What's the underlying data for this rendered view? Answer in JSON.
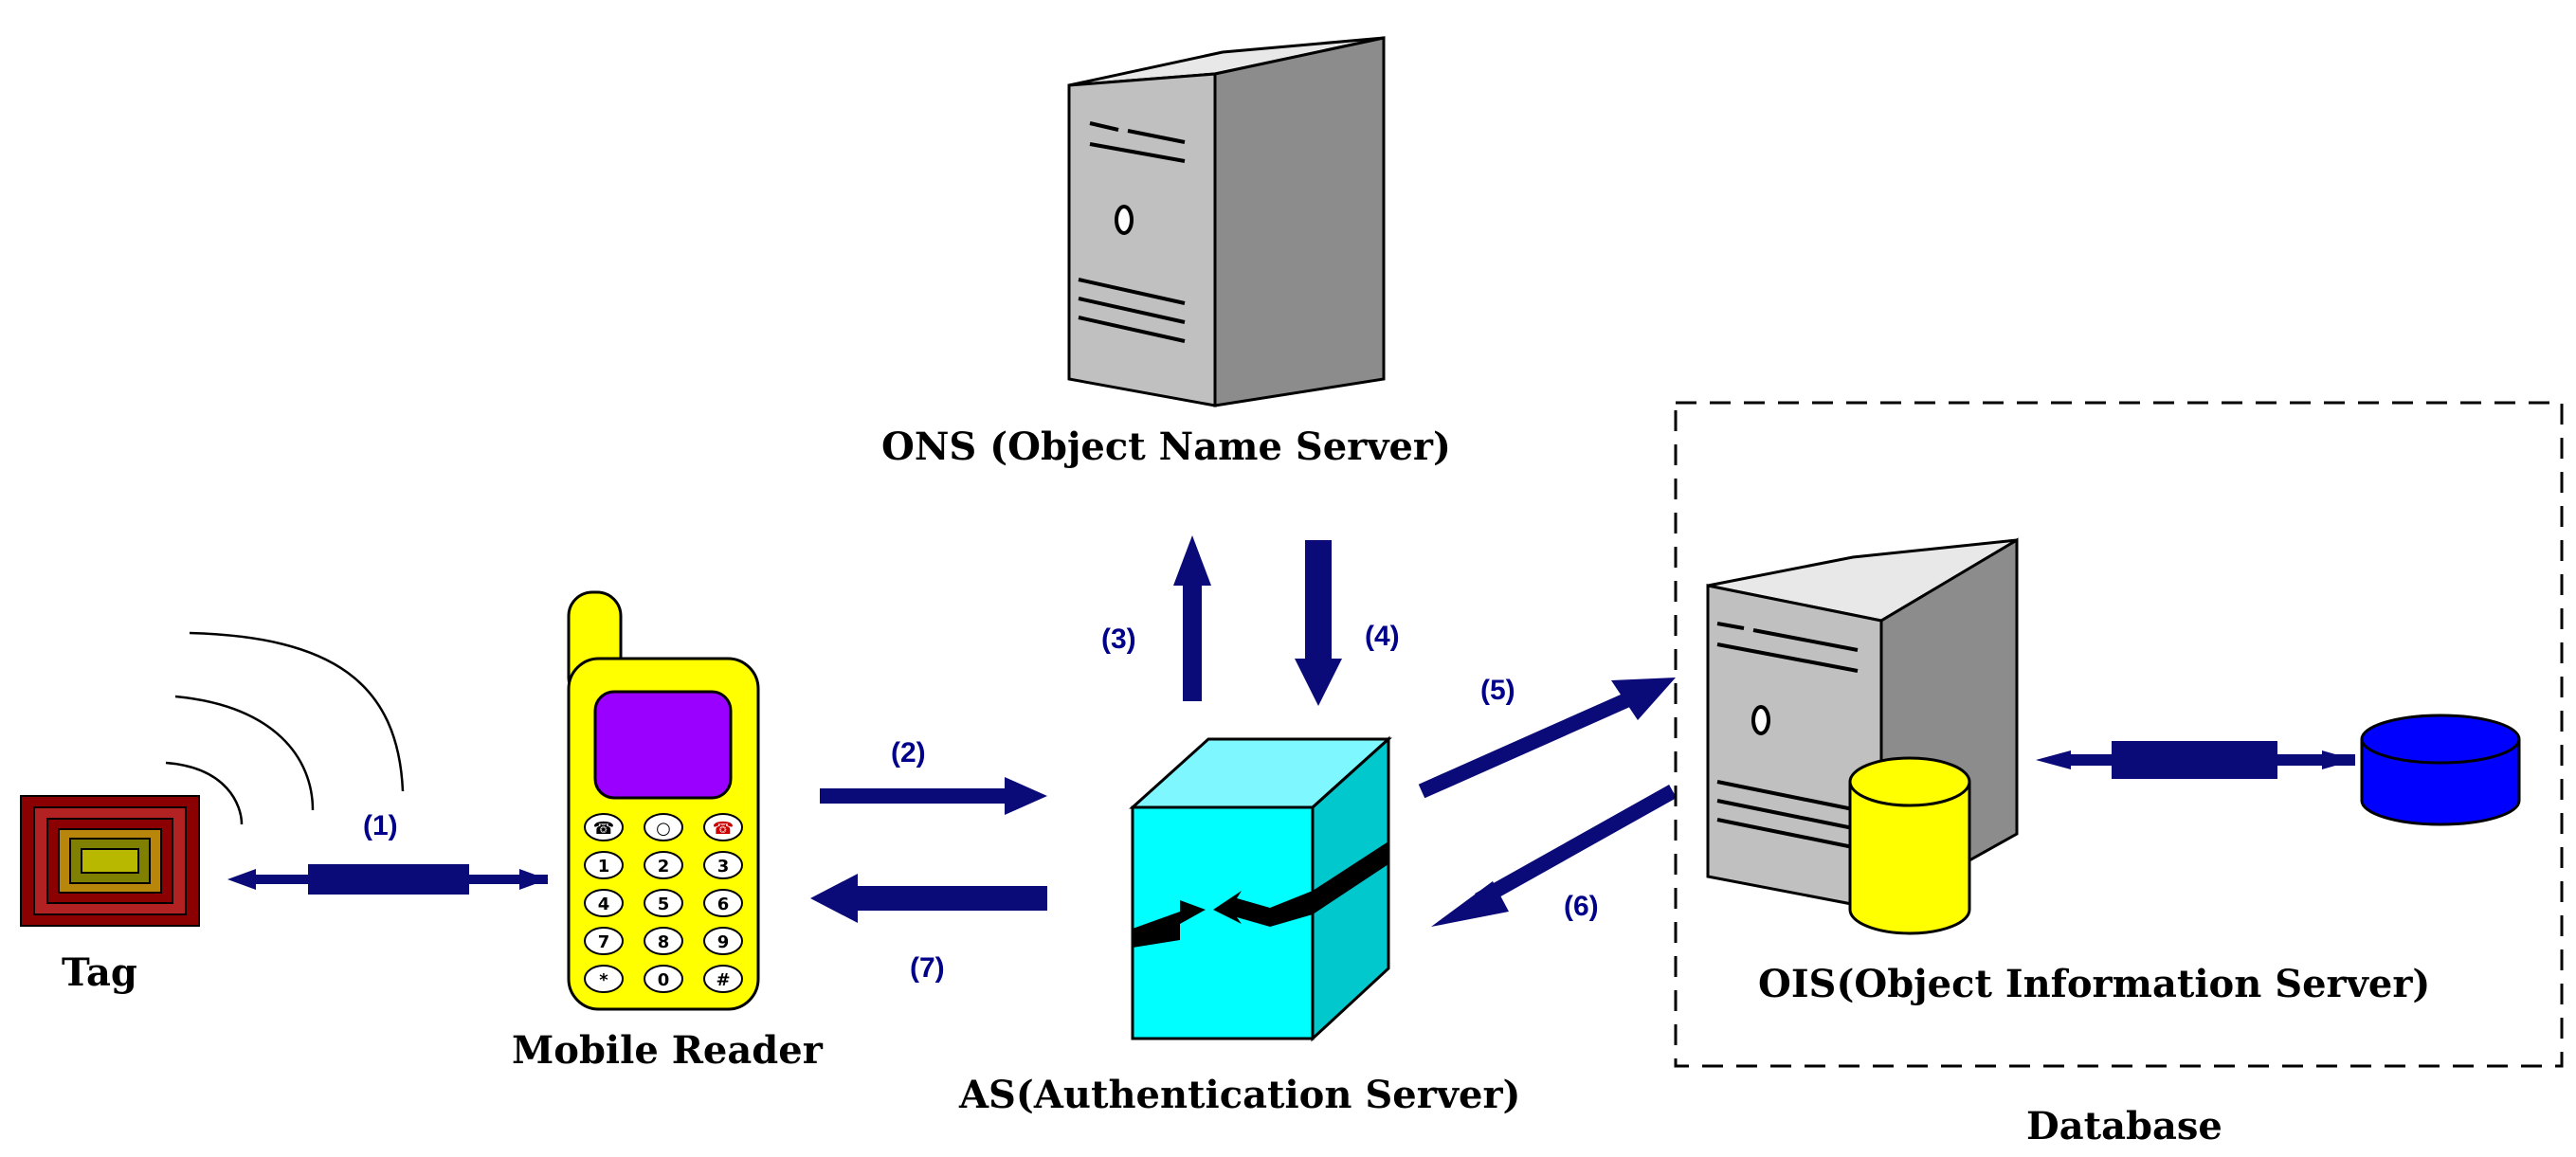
{
  "labels": {
    "tag": "Tag",
    "mobile_reader": "Mobile Reader",
    "ons": "ONS (Object Name Server)",
    "as": "AS(Authentication Server)",
    "ois": "OIS(Object Information Server)",
    "database": "Database"
  },
  "steps": [
    "(1)",
    "(2)",
    "(3)",
    "(4)",
    "(5)",
    "(6)",
    "(7)"
  ],
  "phone_keys": [
    "☎",
    "○",
    "☎",
    "1",
    "2",
    "3",
    "4",
    "5",
    "6",
    "7",
    "8",
    "9",
    "*",
    "0",
    "#"
  ],
  "colors": {
    "arrow": "#0a0a78",
    "tag_outer": "#8b0000",
    "tag_inner": "#808000",
    "phone_body": "#ffff00",
    "phone_screen": "#9900ff",
    "as_box": "#00ffff",
    "server": "#c0c0c0",
    "cylinder_yellow": "#ffff00",
    "cylinder_blue": "#0000ff"
  },
  "icons": [
    "rfid-tag-icon",
    "radio-wave-icon",
    "mobile-phone-icon",
    "server-tower-icon",
    "authentication-cube-icon",
    "database-cylinder-icon"
  ]
}
